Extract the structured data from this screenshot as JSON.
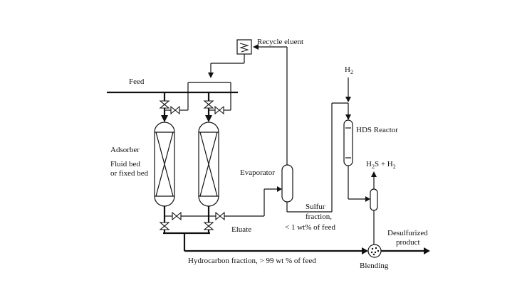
{
  "labels": {
    "feed": "Feed",
    "recycle_eluent": "Recycle eluent",
    "h2": "H",
    "h2_sub": "2",
    "hds_reactor": "HDS Reactor",
    "adsorber": "Adsorber",
    "fluid_bed": "Fluid bed",
    "fixed_bed": "or fixed bed",
    "evaporator": "Evaporator",
    "h2s_h2_part1": "H",
    "h2s_h2_sub1": "2",
    "h2s_h2_part2": "S + H",
    "h2s_h2_sub2": "2",
    "sulfur": "Sulfur",
    "fraction": "fraction,",
    "fraction_pct": "< 1 wt% of feed",
    "eluate": "Eluate",
    "desulfurized": "Desulfurized",
    "product": "product",
    "hydrocarbon": "Hydrocarbon fraction, > 99 wt % of feed",
    "blending": "Blending"
  }
}
